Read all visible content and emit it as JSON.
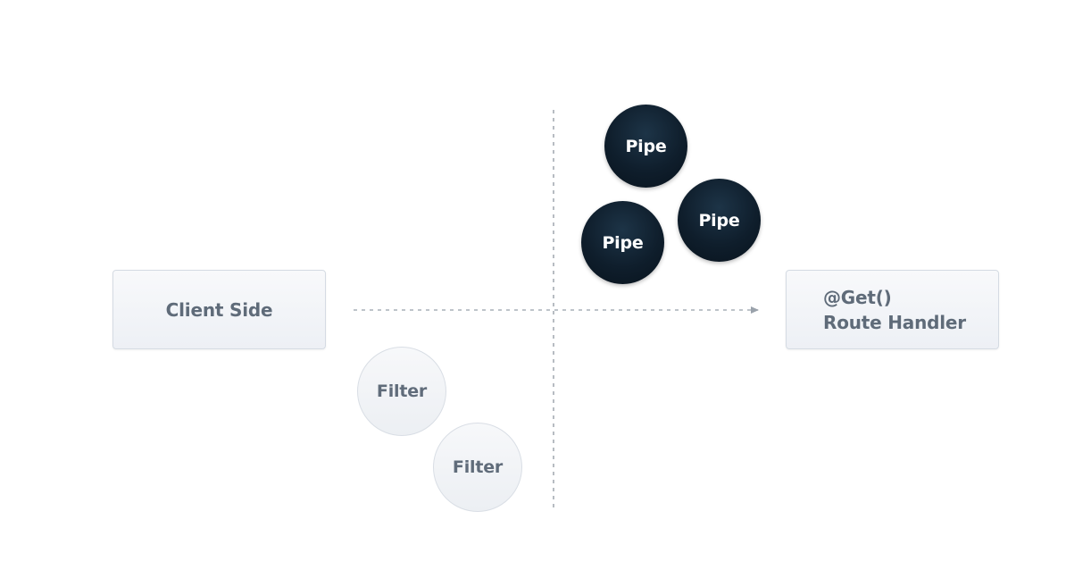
{
  "nodes": {
    "client": {
      "label": "Client Side"
    },
    "handler": {
      "line1": "@Get()",
      "line2": "Route Handler"
    }
  },
  "pipes": [
    {
      "label": "Pipe"
    },
    {
      "label": "Pipe"
    },
    {
      "label": "Pipe"
    }
  ],
  "filters": [
    {
      "label": "Filter"
    },
    {
      "label": "Filter"
    }
  ],
  "colors": {
    "pipe_fill": "#0f1e2c",
    "filter_fill": "#eef1f5",
    "box_fill": "#f1f3f7",
    "connector": "#a9b0b8"
  }
}
